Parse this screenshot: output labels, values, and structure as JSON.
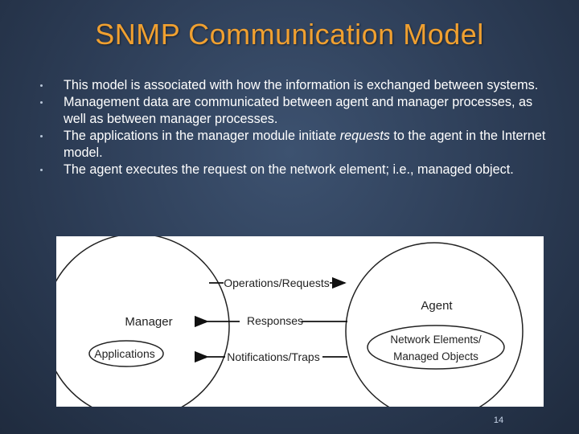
{
  "slide": {
    "title": "SNMP Communication Model",
    "bullets": [
      {
        "parts": [
          {
            "text": "This model is associated with how the information is exchanged between systems."
          }
        ]
      },
      {
        "parts": [
          {
            "text": "Management data are communicated between agent and manager processes, as well as between manager processes."
          }
        ]
      },
      {
        "parts": [
          {
            "text": "The applications in the manager module initiate "
          },
          {
            "text": "requests",
            "italic": true
          },
          {
            "text": " to the agent in the Internet model."
          }
        ]
      },
      {
        "parts": [
          {
            "text": "The agent executes the request on the network element; i.e., managed object."
          }
        ]
      }
    ],
    "page_number": "14"
  },
  "diagram": {
    "manager_label": "Manager",
    "applications_label": "Applications",
    "agent_label": "Agent",
    "network_elements_line1": "Network Elements/",
    "network_elements_line2": "Managed Objects",
    "operations_label": "Operations/Requests",
    "responses_label": "Responses",
    "notifications_label": "Notifications/Traps"
  },
  "colors": {
    "title": "#f0a030",
    "text": "#ffffff",
    "background": "#2c3c55"
  }
}
